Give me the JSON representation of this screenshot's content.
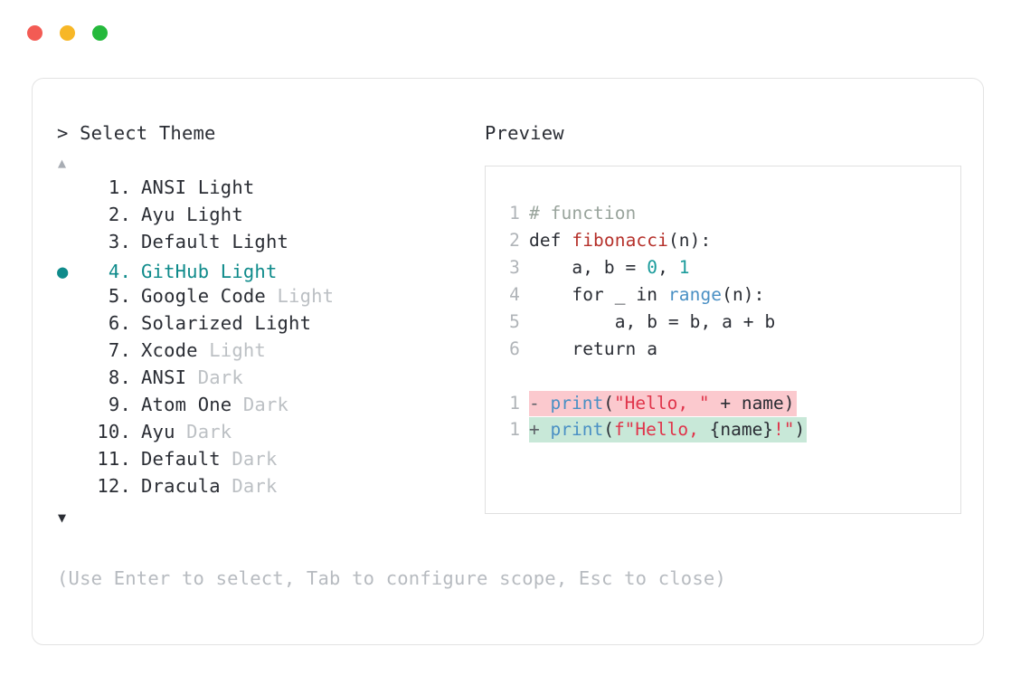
{
  "window": {
    "dots": [
      {
        "name": "close",
        "color": "#f35b54"
      },
      {
        "name": "minimize",
        "color": "#f7b727"
      },
      {
        "name": "maximize",
        "color": "#25b93c"
      }
    ]
  },
  "selector": {
    "prompt": "> Select Theme",
    "scroll_up_glyph": "▲",
    "scroll_down_glyph": "▼",
    "selected_index": 4,
    "selected_marker": "●",
    "accent_color": "#0f8b8b",
    "items": [
      {
        "index": "1.",
        "name": "ANSI",
        "suffix": "Light",
        "dimmed_suffix": false,
        "selected": false
      },
      {
        "index": "2.",
        "name": "Ayu",
        "suffix": "Light",
        "dimmed_suffix": false,
        "selected": false
      },
      {
        "index": "3.",
        "name": "Default",
        "suffix": "Light",
        "dimmed_suffix": false,
        "selected": false
      },
      {
        "index": "4.",
        "name": "GitHub",
        "suffix": "Light",
        "dimmed_suffix": false,
        "selected": true
      },
      {
        "index": "5.",
        "name": "Google Code",
        "suffix": "Light",
        "dimmed_suffix": true,
        "selected": false
      },
      {
        "index": "6.",
        "name": "Solarized",
        "suffix": "Light",
        "dimmed_suffix": false,
        "selected": false
      },
      {
        "index": "7.",
        "name": "Xcode",
        "suffix": "Light",
        "dimmed_suffix": true,
        "selected": false
      },
      {
        "index": "8.",
        "name": "ANSI",
        "suffix": "Dark",
        "dimmed_suffix": true,
        "selected": false
      },
      {
        "index": "9.",
        "name": "Atom One",
        "suffix": "Dark",
        "dimmed_suffix": true,
        "selected": false
      },
      {
        "index": "10.",
        "name": "Ayu",
        "suffix": "Dark",
        "dimmed_suffix": true,
        "selected": false
      },
      {
        "index": "11.",
        "name": "Default",
        "suffix": "Dark",
        "dimmed_suffix": true,
        "selected": false
      },
      {
        "index": "12.",
        "name": "Dracula",
        "suffix": "Dark",
        "dimmed_suffix": true,
        "selected": false
      }
    ],
    "hint": "(Use Enter to select, Tab to configure scope, Esc to close)"
  },
  "preview": {
    "title": "Preview",
    "code_lines": [
      {
        "num": "1",
        "tokens": [
          {
            "t": "# function",
            "c": "tok-comment"
          }
        ]
      },
      {
        "num": "2",
        "tokens": [
          {
            "t": "def ",
            "c": "tok-kw"
          },
          {
            "t": "fibonacci",
            "c": "tok-fn"
          },
          {
            "t": "(n):",
            "c": "tok-plain"
          }
        ]
      },
      {
        "num": "3",
        "tokens": [
          {
            "t": "    a, b = ",
            "c": "tok-plain"
          },
          {
            "t": "0",
            "c": "tok-num"
          },
          {
            "t": ", ",
            "c": "tok-plain"
          },
          {
            "t": "1",
            "c": "tok-num"
          }
        ]
      },
      {
        "num": "4",
        "tokens": [
          {
            "t": "    for _ in ",
            "c": "tok-plain"
          },
          {
            "t": "range",
            "c": "tok-builtin"
          },
          {
            "t": "(n):",
            "c": "tok-plain"
          }
        ]
      },
      {
        "num": "5",
        "tokens": [
          {
            "t": "        a, b = b, a + b",
            "c": "tok-plain"
          }
        ]
      },
      {
        "num": "6",
        "tokens": [
          {
            "t": "    return a",
            "c": "tok-plain"
          }
        ]
      }
    ],
    "diff_lines": [
      {
        "num": "1",
        "kind": "del",
        "mark": "-",
        "tokens": [
          {
            "t": "print",
            "c": "tok-builtin"
          },
          {
            "t": "(",
            "c": "tok-plain"
          },
          {
            "t": "\"Hello, \"",
            "c": "tok-str"
          },
          {
            "t": " + name)",
            "c": "tok-plain"
          }
        ]
      },
      {
        "num": "1",
        "kind": "add",
        "mark": "+",
        "tokens": [
          {
            "t": "print",
            "c": "tok-builtin"
          },
          {
            "t": "(",
            "c": "tok-plain"
          },
          {
            "t": "f\"Hello, ",
            "c": "tok-str"
          },
          {
            "t": "{name}",
            "c": "tok-plain"
          },
          {
            "t": "!\"",
            "c": "tok-str"
          },
          {
            "t": ")",
            "c": "tok-plain"
          }
        ]
      }
    ],
    "diff_del_bg": "#fbc9ce",
    "diff_add_bg": "#c8e8d8"
  }
}
